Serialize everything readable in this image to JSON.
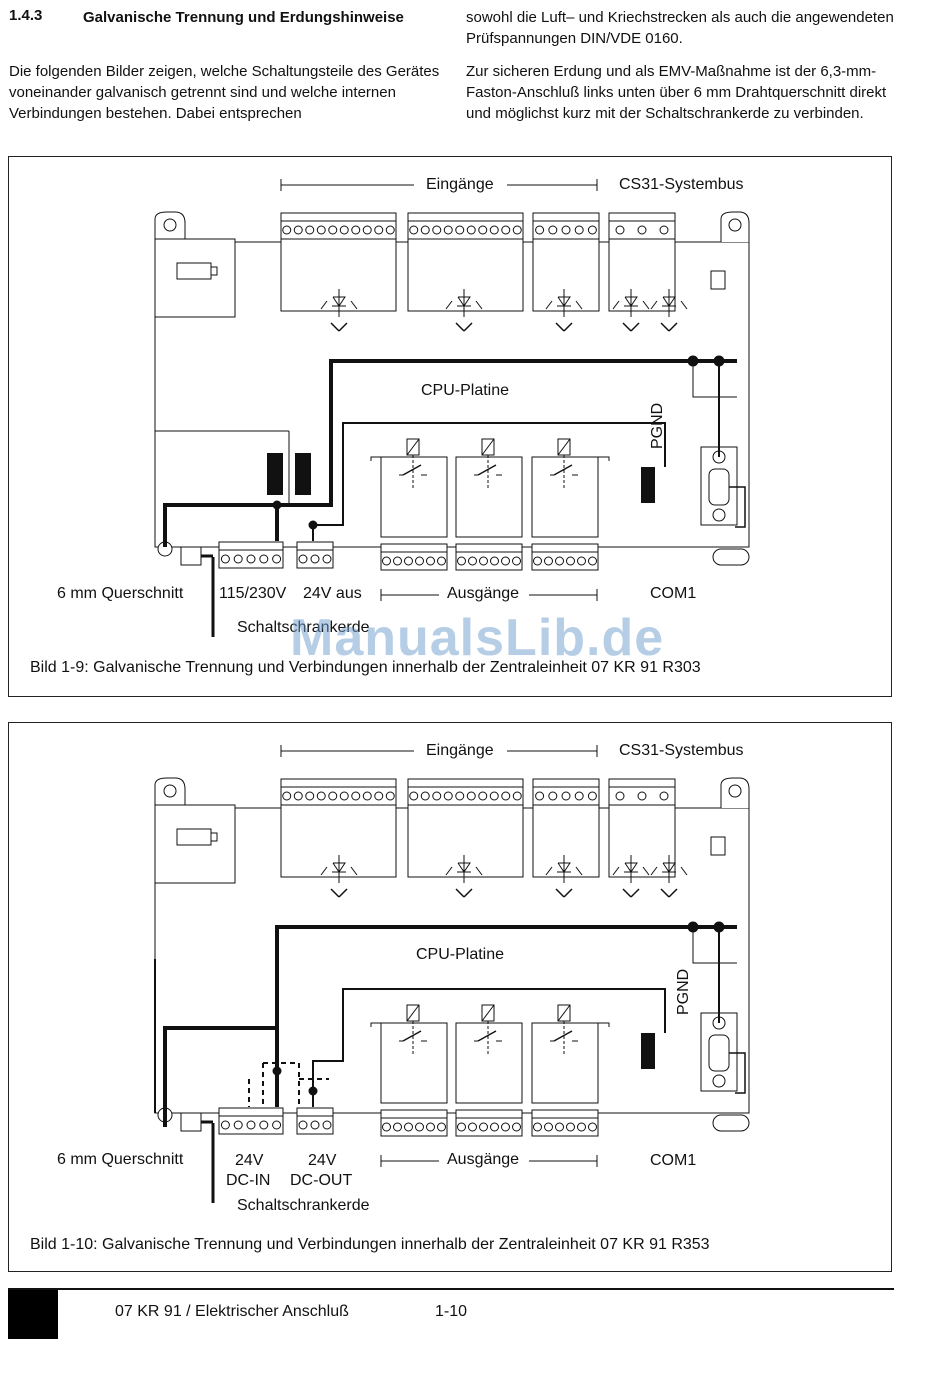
{
  "section": {
    "number": "1.4.3",
    "title": "Galvanische Trennung und Erdungshinweise"
  },
  "paragraphs": {
    "left": "Die folgenden Bilder zeigen, welche Schaltungsteile des Gerätes voneinander galvanisch getrennt sind und welche internen Verbindungen bestehen. Dabei entsprechen",
    "right1": "sowohl die Luft– und Kriechstrecken als auch die angewendeten Prüfspannungen DIN/VDE 0160.",
    "right2": "Zur sicheren Erdung und als EMV-Maßnahme ist der 6,3-mm-Faston-Anschluß links unten über 6 mm  Drahtquerschnitt direkt und möglichst kurz mit der Schaltschrankerde zu verbinden."
  },
  "figure1": {
    "inputs_label": "Eingänge",
    "bus_label": "CS31-Systembus",
    "board_label": "CPU-Platine",
    "pgnd_label": "PGND",
    "cross_section_label": "6 mm  Querschnitt",
    "voltage_label": "115/230V",
    "out24_label": "24V aus",
    "outputs_label": "Ausgänge",
    "com_label": "COM1",
    "earth_label": "Schaltschrankerde",
    "caption": "Bild 1-9: Galvanische Trennung und Verbindungen innerhalb der Zentraleinheit 07 KR 91 R303"
  },
  "figure2": {
    "inputs_label": "Eingänge",
    "bus_label": "CS31-Systembus",
    "board_label": "CPU-Platine",
    "pgnd_label": "PGND",
    "cross_section_label": "6 mm  Querschnitt",
    "dcin_label_1": "24V",
    "dcin_label_2": "DC-IN",
    "dcout_label_1": "24V",
    "dcout_label_2": "DC-OUT",
    "outputs_label": "Ausgänge",
    "com_label": "COM1",
    "earth_label": "Schaltschrankerde",
    "caption": "Bild 1-10: Galvanische Trennung und Verbindungen innerhalb der Zentraleinheit 07 KR 91 R353"
  },
  "footer": {
    "title": "07 KR 91 / Elektrischer Anschluß",
    "page": "1-10"
  },
  "watermark": "ManualsLib.de"
}
